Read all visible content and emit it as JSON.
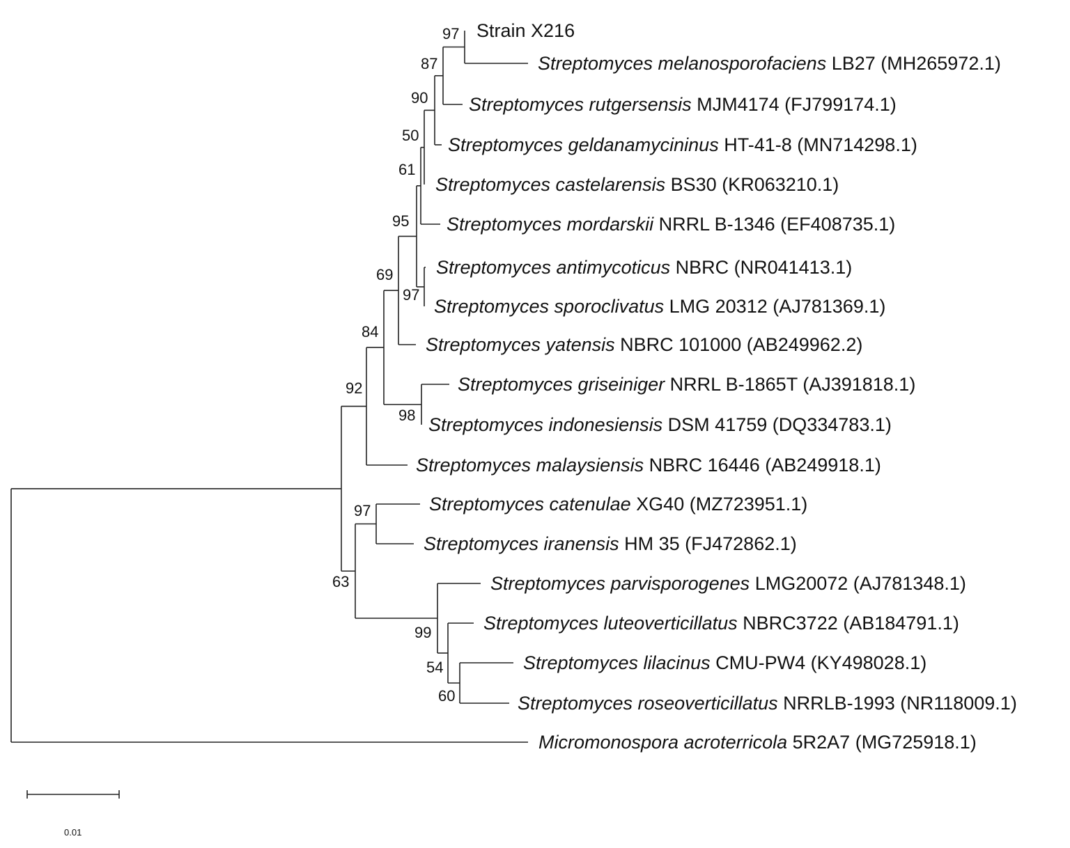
{
  "taxa": [
    {
      "id": "x216",
      "name": "",
      "rest": "Strain X216"
    },
    {
      "id": "melano",
      "name": "Streptomyces melanosporofaciens",
      "rest": " LB27 (MH265972.1)"
    },
    {
      "id": "rutg",
      "name": "Streptomyces rutgersensis",
      "rest": " MJM4174 (FJ799174.1)"
    },
    {
      "id": "geld",
      "name": "Streptomyces geldanamycininus",
      "rest": " HT-41-8 (MN714298.1)"
    },
    {
      "id": "cast",
      "name": "Streptomyces castelarensis",
      "rest": " BS30 (KR063210.1)"
    },
    {
      "id": "mord",
      "name": "Streptomyces mordarskii",
      "rest": " NRRL B-1346 (EF408735.1)"
    },
    {
      "id": "anti",
      "name": "Streptomyces antimycoticus",
      "rest": " NBRC (NR041413.1)"
    },
    {
      "id": "sporo",
      "name": "Streptomyces sporoclivatus",
      "rest": " LMG 20312 (AJ781369.1)"
    },
    {
      "id": "yat",
      "name": "Streptomyces yatensis",
      "rest": " NBRC 101000 (AB249962.2)"
    },
    {
      "id": "gris",
      "name": "Streptomyces griseiniger",
      "rest": " NRRL B-1865T (AJ391818.1)"
    },
    {
      "id": "indo",
      "name": "Streptomyces indonesiensis",
      "rest": " DSM 41759 (DQ334783.1)"
    },
    {
      "id": "mala",
      "name": "Streptomyces malaysiensis",
      "rest": " NBRC 16446 (AB249918.1)"
    },
    {
      "id": "cate",
      "name": "Streptomyces catenulae",
      "rest": " XG40 (MZ723951.1)"
    },
    {
      "id": "iran",
      "name": "Streptomyces iranensis",
      "rest": " HM 35 (FJ472862.1)"
    },
    {
      "id": "parv",
      "name": "Streptomyces parvisporogenes",
      "rest": " LMG20072 (AJ781348.1)"
    },
    {
      "id": "lute",
      "name": "Streptomyces luteoverticillatus",
      "rest": " NBRC3722 (AB184791.1)"
    },
    {
      "id": "lila",
      "name": "Streptomyces lilacinus",
      "rest": " CMU-PW4 (KY498028.1)"
    },
    {
      "id": "rose",
      "name": "Streptomyces roseoverticillatus",
      "rest": " NRRLB-1993 (NR118009.1)"
    },
    {
      "id": "micro",
      "name": "Micromonospora acroterricola",
      "rest": " 5R2A7 (MG725918.1)"
    }
  ],
  "bootstrap": [
    {
      "node": "n_x216_melano",
      "value": "97"
    },
    {
      "node": "n_rutg",
      "value": "87"
    },
    {
      "node": "n_geld",
      "value": "90"
    },
    {
      "node": "n_cast",
      "value": "50"
    },
    {
      "node": "n_mord",
      "value": "61"
    },
    {
      "node": "n_top",
      "value": "95"
    },
    {
      "node": "n_anti_sporo",
      "value": "97"
    },
    {
      "node": "n_yat",
      "value": "69"
    },
    {
      "node": "n_gris_indo",
      "value": "98"
    },
    {
      "node": "n_grp84",
      "value": "84"
    },
    {
      "node": "n_mala",
      "value": "92"
    },
    {
      "node": "n_cate_iran",
      "value": "97"
    },
    {
      "node": "n_lila_rose",
      "value": "60"
    },
    {
      "node": "n_lute",
      "value": "54"
    },
    {
      "node": "n_parv",
      "value": "99"
    },
    {
      "node": "n_lower",
      "value": "63"
    }
  ],
  "scale_bar": {
    "label": "0.01"
  }
}
